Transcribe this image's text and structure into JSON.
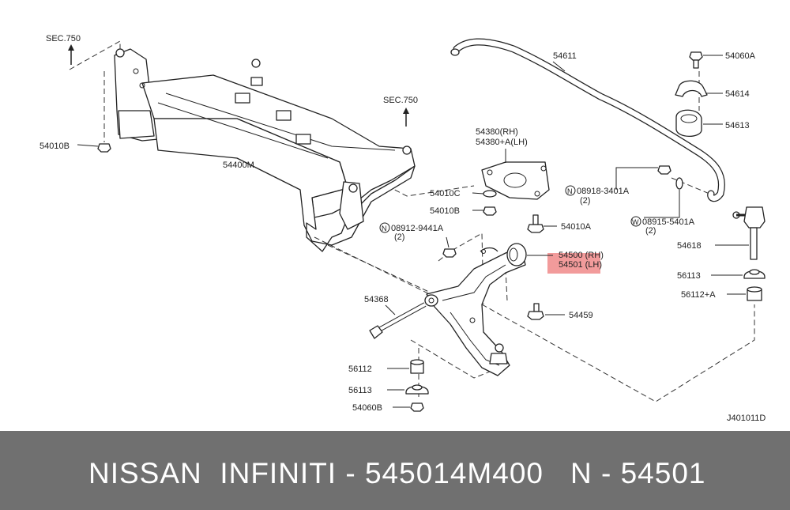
{
  "diagram": {
    "ref_code": "J401011D",
    "section_refs": [
      "SEC.750",
      "SEC.750"
    ],
    "labels": {
      "p54400M": "54400M",
      "p54010B_left": "54010B",
      "p54611": "54611",
      "p54060A": "54060A",
      "p54614": "54614",
      "p54613": "54613",
      "p54380_rh": "54380(RH)",
      "p54380_lh": "54380+A(LH)",
      "p54010C": "54010C",
      "p54010B_mid": "54010B",
      "p08918": "08918-3401A",
      "p08918_qty": "(2)",
      "p08915": "08915-5401A",
      "p08915_qty": "(2)",
      "p08912": "08912-9441A",
      "p08912_qty": "(2)",
      "p54010A": "54010A",
      "p54618": "54618",
      "p54500": "54500 (RH)",
      "p54501": "54501 (LH)",
      "p56113_right": "56113",
      "p56112A": "56112+A",
      "p54368": "54368",
      "p54459": "54459",
      "p56112": "56112",
      "p56113_left": "56113",
      "p54060B": "54060B"
    },
    "circle_marks": {
      "n1": "N",
      "w1": "W",
      "n2": "N"
    },
    "highlight_color": "#f08a8a"
  },
  "footer": {
    "brand": "NISSAN  INFINITI - 545014M400",
    "ref": "N - 54501"
  }
}
